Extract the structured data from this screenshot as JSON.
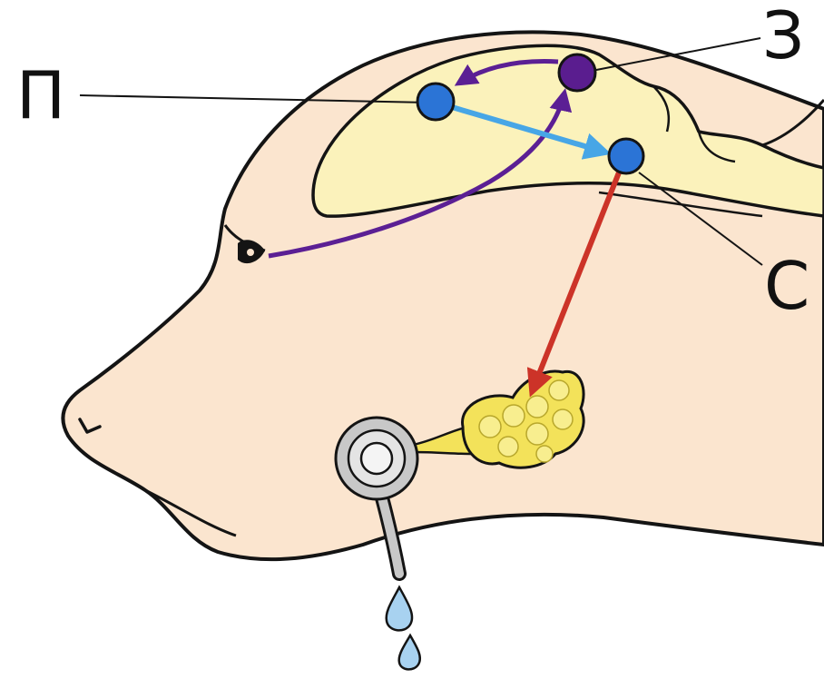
{
  "labels": {
    "p": "П",
    "z": "З",
    "s": "С"
  },
  "colors": {
    "skin": "#fbe5cf",
    "outline": "#141414",
    "brain": "#fbf2bb",
    "node_blue": "#2b74d6",
    "node_purple": "#5a1d8f",
    "arrow_purple": "#5b1f94",
    "arrow_blue": "#47a6e6",
    "arrow_red": "#cc3328",
    "gland": "#f3e25a",
    "fistula": "#c8c8c8",
    "drop": "#a8d2f0"
  }
}
